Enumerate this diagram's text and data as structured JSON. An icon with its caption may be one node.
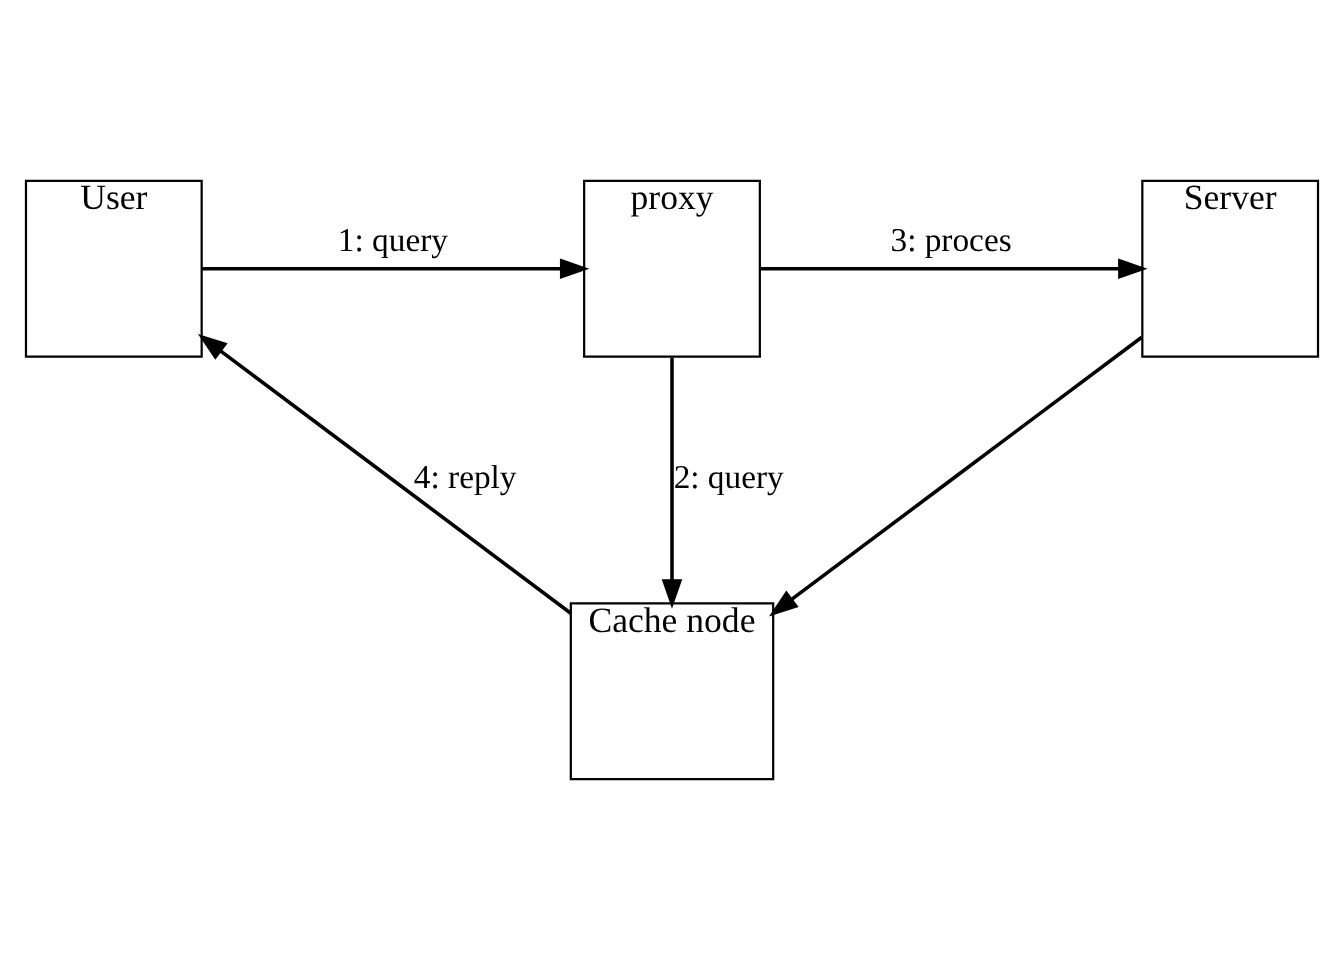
{
  "diagram": {
    "nodes": [
      {
        "text": [
          "User"
        ]
      },
      {
        "text": [
          "proxy"
        ]
      },
      {
        "text": [
          "Server"
        ]
      },
      {
        "text": [
          "Cache node"
        ]
      }
    ],
    "edges": [
      {
        "from": 0,
        "to": 1,
        "arrow": "to",
        "label": "1: query"
      },
      {
        "from": 1,
        "to": 2,
        "arrow": "to",
        "label": "3: proces"
      },
      {
        "from": 1,
        "to": 3,
        "arrow": "to",
        "label": "2: query"
      },
      {
        "from": 2,
        "to": 3,
        "arrow": "to"
      },
      {
        "from": 3,
        "to": 0,
        "arrow": "to",
        "label": "4: reply"
      }
    ]
  }
}
